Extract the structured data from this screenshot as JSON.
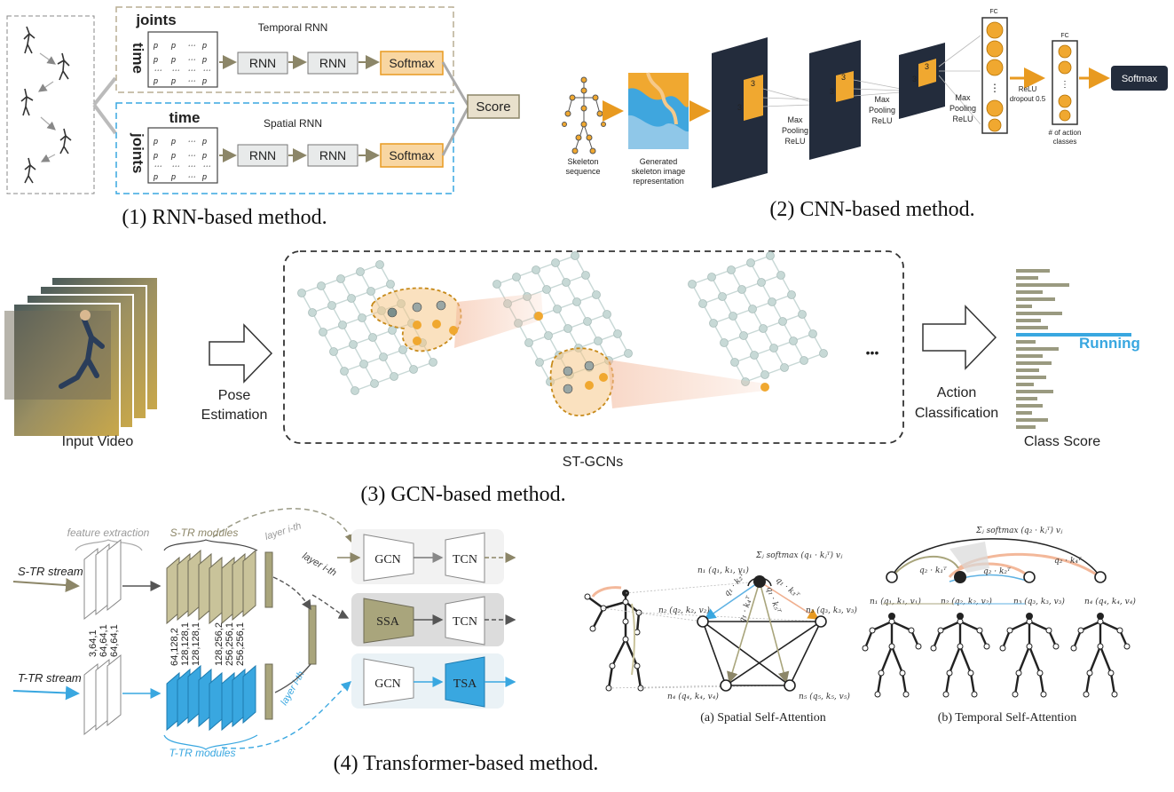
{
  "colors": {
    "orange": "#f0a830",
    "orange_fill": "#f6c98a",
    "navy": "#232c3c",
    "blue": "#39a7e0",
    "khaki": "#a9a57c",
    "olive": "#8c8668",
    "grey_box": "#e6e8e8",
    "teal_node": "#b9cfcd"
  },
  "rnn": {
    "joints_label": "joints",
    "time_label": "time",
    "temporal_title": "Temporal RNN",
    "spatial_title": "Spatial RNN",
    "time_label_2": "time",
    "joints_label_2": "joints",
    "rnn_label": "RNN",
    "softmax_label": "Softmax",
    "score_label": "Score",
    "matrix": {
      "top_row": [
        "p",
        "p",
        "⋯",
        "p"
      ],
      "dots_row": [
        "⋯",
        "⋯",
        "⋯",
        "⋯"
      ],
      "bottom_row": [
        "p",
        "p",
        "⋯",
        "p"
      ]
    },
    "caption": "(1) RNN-based method."
  },
  "cnn": {
    "skeleton_label": [
      "Skeleton",
      "sequence"
    ],
    "image_label": [
      "Generated",
      "skeleton image",
      "representation"
    ],
    "kernel_size": "3",
    "pool_label": [
      "Max",
      "Pooling",
      "ReLU"
    ],
    "fc_label": "FC",
    "relu_dropout": [
      "ReLU",
      "dropout 0.5"
    ],
    "action_classes": [
      "# of action",
      "classes"
    ],
    "softmax_label": "Softmax",
    "caption": "(2) CNN-based method."
  },
  "gcn": {
    "input_video": "Input Video",
    "pose_estimation": [
      "Pose",
      "Estimation"
    ],
    "stgcn_label": "ST-GCNs",
    "ellipsis": "•••",
    "action_classification": [
      "Action",
      "Classification"
    ],
    "running_label": "Running",
    "class_score": "Class Score",
    "caption": "(3) GCN-based method."
  },
  "transformer": {
    "feature_extraction": "feature extraction",
    "str_modules": "S-TR modules",
    "ttr_modules": "T-TR modules",
    "layer_ith": "layer i-th",
    "str_stream": "S-TR stream",
    "ttr_stream": "T-TR stream",
    "fe_dims": [
      "3,64,1",
      "64,64,1",
      "64,64,1"
    ],
    "mod_dims_a": [
      "64,128,2",
      "128,128,1",
      "128,128,1"
    ],
    "mod_dims_b": [
      "128,256,2",
      "256,256,1",
      "256,256,1"
    ],
    "gcn_label": "GCN",
    "tcn_label": "TCN",
    "ssa_label": "SSA",
    "tsa_label": "TSA",
    "spatial_caption": "(a) Spatial Self-Attention",
    "temporal_caption": "(b) Temporal Self-Attention",
    "softmax_formula_a": "Σⱼ softmax (q₁ · kⱼᵀ) vⱼ",
    "softmax_formula_b": "Σⱼ softmax (q₂ · kⱼᵀ) vⱼ",
    "nodes_a": [
      "n₁ (q₁, k₁, v₁)",
      "n₂ (q₂, k₂, v₂)",
      "n₃ (q₃, k₃, v₃)",
      "n₄ (q₄, k₄, v₄)",
      "n₅ (q₅, k₅, v₅)"
    ],
    "nodes_b": [
      "n₁ (q₁, k₁, v₁)",
      "n₂ (q₂, k₂, v₂)",
      "n₃ (q₃, k₃, v₃)",
      "n₄ (q₄, k₄, v₄)"
    ],
    "dot_labels_a": [
      "q₁ · k₂ᵀ",
      "q₁ · k₄ᵀ",
      "q₁ · k₅ᵀ",
      "q₁ · k₃ᵀ"
    ],
    "dot_labels_b": [
      "q₂ · k₁ᵀ",
      "q₂ · k₂ᵀ",
      "q₂ · k₄ᵀ"
    ],
    "caption": "(4) Transformer-based method."
  }
}
